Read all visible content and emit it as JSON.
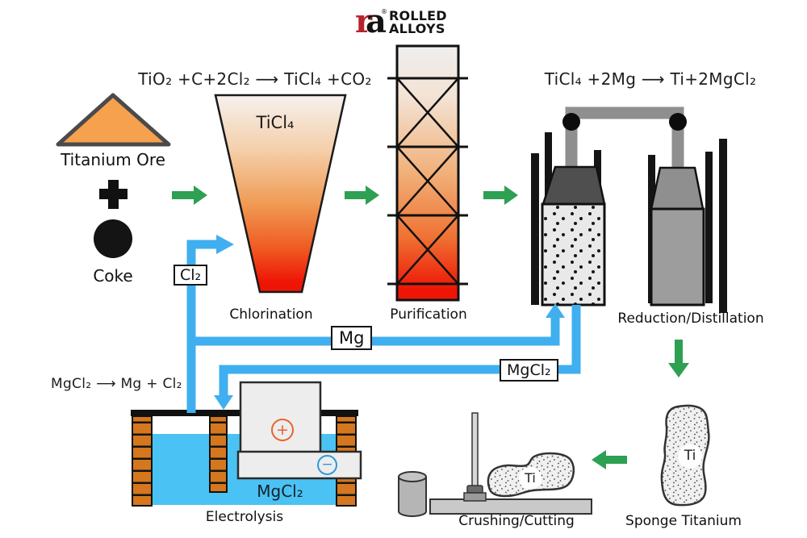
{
  "logo": {
    "mark_r": "r",
    "mark_a": "a",
    "reg": "®",
    "line1": "ROLLED",
    "line2": "ALLOYS"
  },
  "equations": {
    "chlorination": "TiO₂ +C+2Cl₂ ⟶ TiCl₄ +CO₂",
    "reduction": "TiCl₄ +2Mg ⟶ Ti+2MgCl₂",
    "electrolysis": "MgCl₂ ⟶ Mg + Cl₂"
  },
  "inputs": {
    "ore_label": "Titanium Ore",
    "coke_label": "Coke"
  },
  "stages": {
    "chlorination": "Chlorination",
    "purification": "Purification",
    "reduction": "Reduction/Distillation",
    "electrolysis": "Electrolysis",
    "crushing": "Crushing/Cutting",
    "sponge": "Sponge Titanium"
  },
  "vessel_labels": {
    "ticl4": "TiCl₄",
    "mgcl2_tank": "MgCl₂",
    "ti_sponge": "Ti",
    "ti_piece": "Ti",
    "anode_sign": "+",
    "cathode_sign": "−"
  },
  "flow_labels": {
    "cl2": "Cl₂",
    "mg": "Mg",
    "mgcl2": "MgCl₂"
  },
  "colors": {
    "arrow_green": "#2EA052",
    "pipe_blue": "#3FAFEF",
    "liquid_blue": "#4AC2F3",
    "brick_orange": "#D4771F",
    "ore_orange": "#F5A14E",
    "logo_red": "#B5232D",
    "anode_orange": "#E8622E",
    "cathode_blue": "#2D9BD8"
  }
}
